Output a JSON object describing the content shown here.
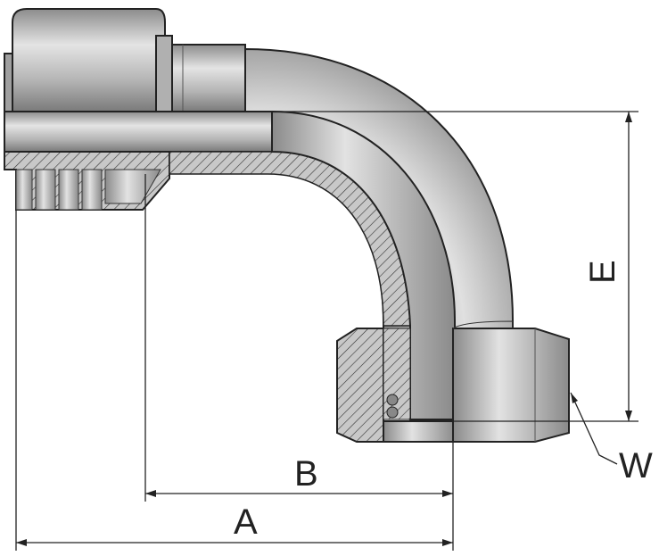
{
  "diagram": {
    "labels": {
      "a": "A",
      "b": "B",
      "e": "E",
      "w": "W"
    },
    "colors": {
      "metal_light": "#d8d8d8",
      "metal_mid": "#a9a9a9",
      "metal_dark": "#6e6e6e",
      "line": "#222222"
    }
  }
}
